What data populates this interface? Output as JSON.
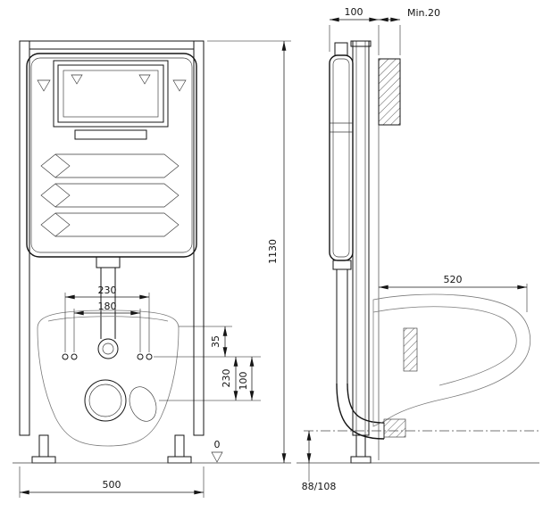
{
  "drawing": {
    "frame_height": "1130",
    "front": {
      "width": "500",
      "bolt_spacing_outer": "230",
      "bolt_spacing_inner": "180",
      "inlet_offset": "35",
      "drain_height": "230",
      "drain_offset": "100",
      "floor_level": "0"
    },
    "side": {
      "frame_depth": "100",
      "wall_thickness_min": "Min.20",
      "installation_depth": "520",
      "outlet_height": "88/108"
    }
  }
}
